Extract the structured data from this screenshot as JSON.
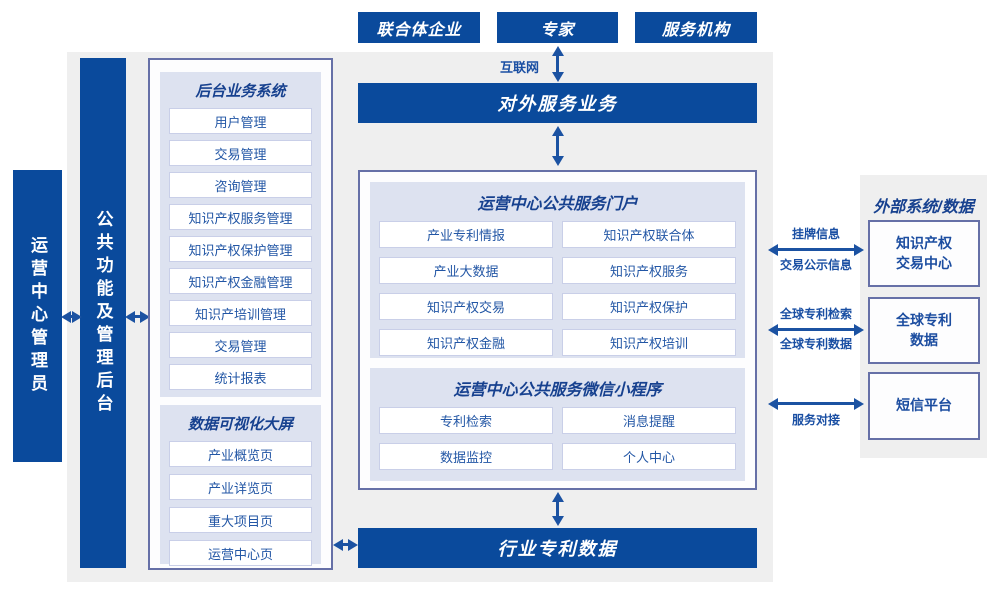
{
  "colors": {
    "navy": "#0a4a9c",
    "panel_border": "#6670a7",
    "light_panel_bg": "#dde2f0",
    "item_text_blue": "#2256a5",
    "background_gray": "#efefef",
    "arrow_blue": "#1b52a2"
  },
  "top_actors": {
    "items": [
      {
        "label": "联合体企业"
      },
      {
        "label": "专家"
      },
      {
        "label": "服务机构"
      }
    ]
  },
  "internet": {
    "label": "互联网"
  },
  "bars": {
    "external_service": "对外服务业务",
    "industry_patent_data": "行业专利数据",
    "operator_admin": "运营中心管理员",
    "public_backend": "公共功能及管理后台"
  },
  "backend_panel": {
    "system": {
      "title": "后台业务系统",
      "items": [
        "用户管理",
        "交易管理",
        "咨询管理",
        "知识产权服务管理",
        "知识产权保护管理",
        "知识产权金融管理",
        "知识产培训管理",
        "交易管理",
        "统计报表"
      ]
    },
    "dashboard": {
      "title": "数据可视化大屏",
      "items": [
        "产业概览页",
        "产业详览页",
        "重大项目页",
        "运营中心页"
      ]
    }
  },
  "center_panel": {
    "portal": {
      "title": "运营中心公共服务门户",
      "items": [
        "产业专利情报",
        "知识产权联合体",
        "产业大数据",
        "知识产权服务",
        "知识产权交易",
        "知识产权保护",
        "知识产权金融",
        "知识产权培训"
      ]
    },
    "miniprogram": {
      "title": "运营中心公共服务微信小程序",
      "items": [
        "专利检索",
        "消息提醒",
        "数据监控",
        "个人中心"
      ]
    }
  },
  "external_panel": {
    "title": "外部系统/数据",
    "boxes": [
      "知识产权\n交易中心",
      "全球专利\n数据",
      "短信平台"
    ]
  },
  "link_labels": {
    "listing_top": "挂牌信息",
    "listing_bottom": "交易公示信息",
    "patent_top": "全球专利检索",
    "patent_bottom": "全球专利数据",
    "sms_bottom": "服务对接"
  }
}
